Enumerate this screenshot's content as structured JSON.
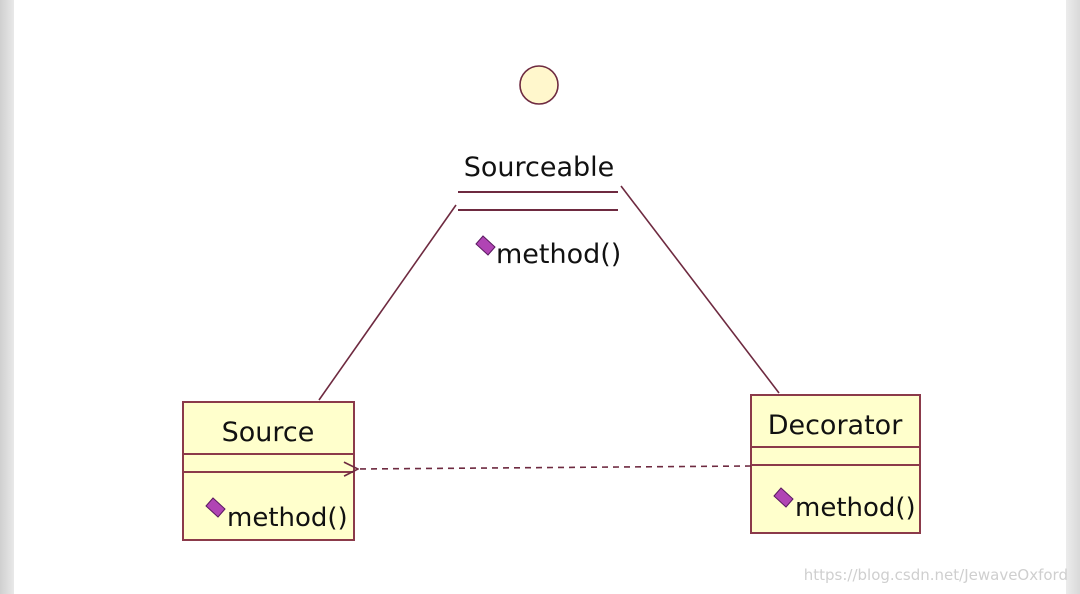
{
  "diagram": {
    "interface": {
      "name": "Sourceable",
      "method": "method()"
    },
    "classes": [
      {
        "id": "source",
        "name": "Source",
        "method": "method()"
      },
      {
        "id": "decorator",
        "name": "Decorator",
        "method": "method()"
      }
    ]
  },
  "watermark": "https://blog.csdn.net/JewaveOxford",
  "colors": {
    "box_fill": "#ffffcc",
    "box_stroke": "#8b3a4a",
    "interface_circle_fill": "#fff7cc",
    "method_icon": "#b044b4",
    "line": "#6e2a40",
    "background": "#ffffff"
  }
}
